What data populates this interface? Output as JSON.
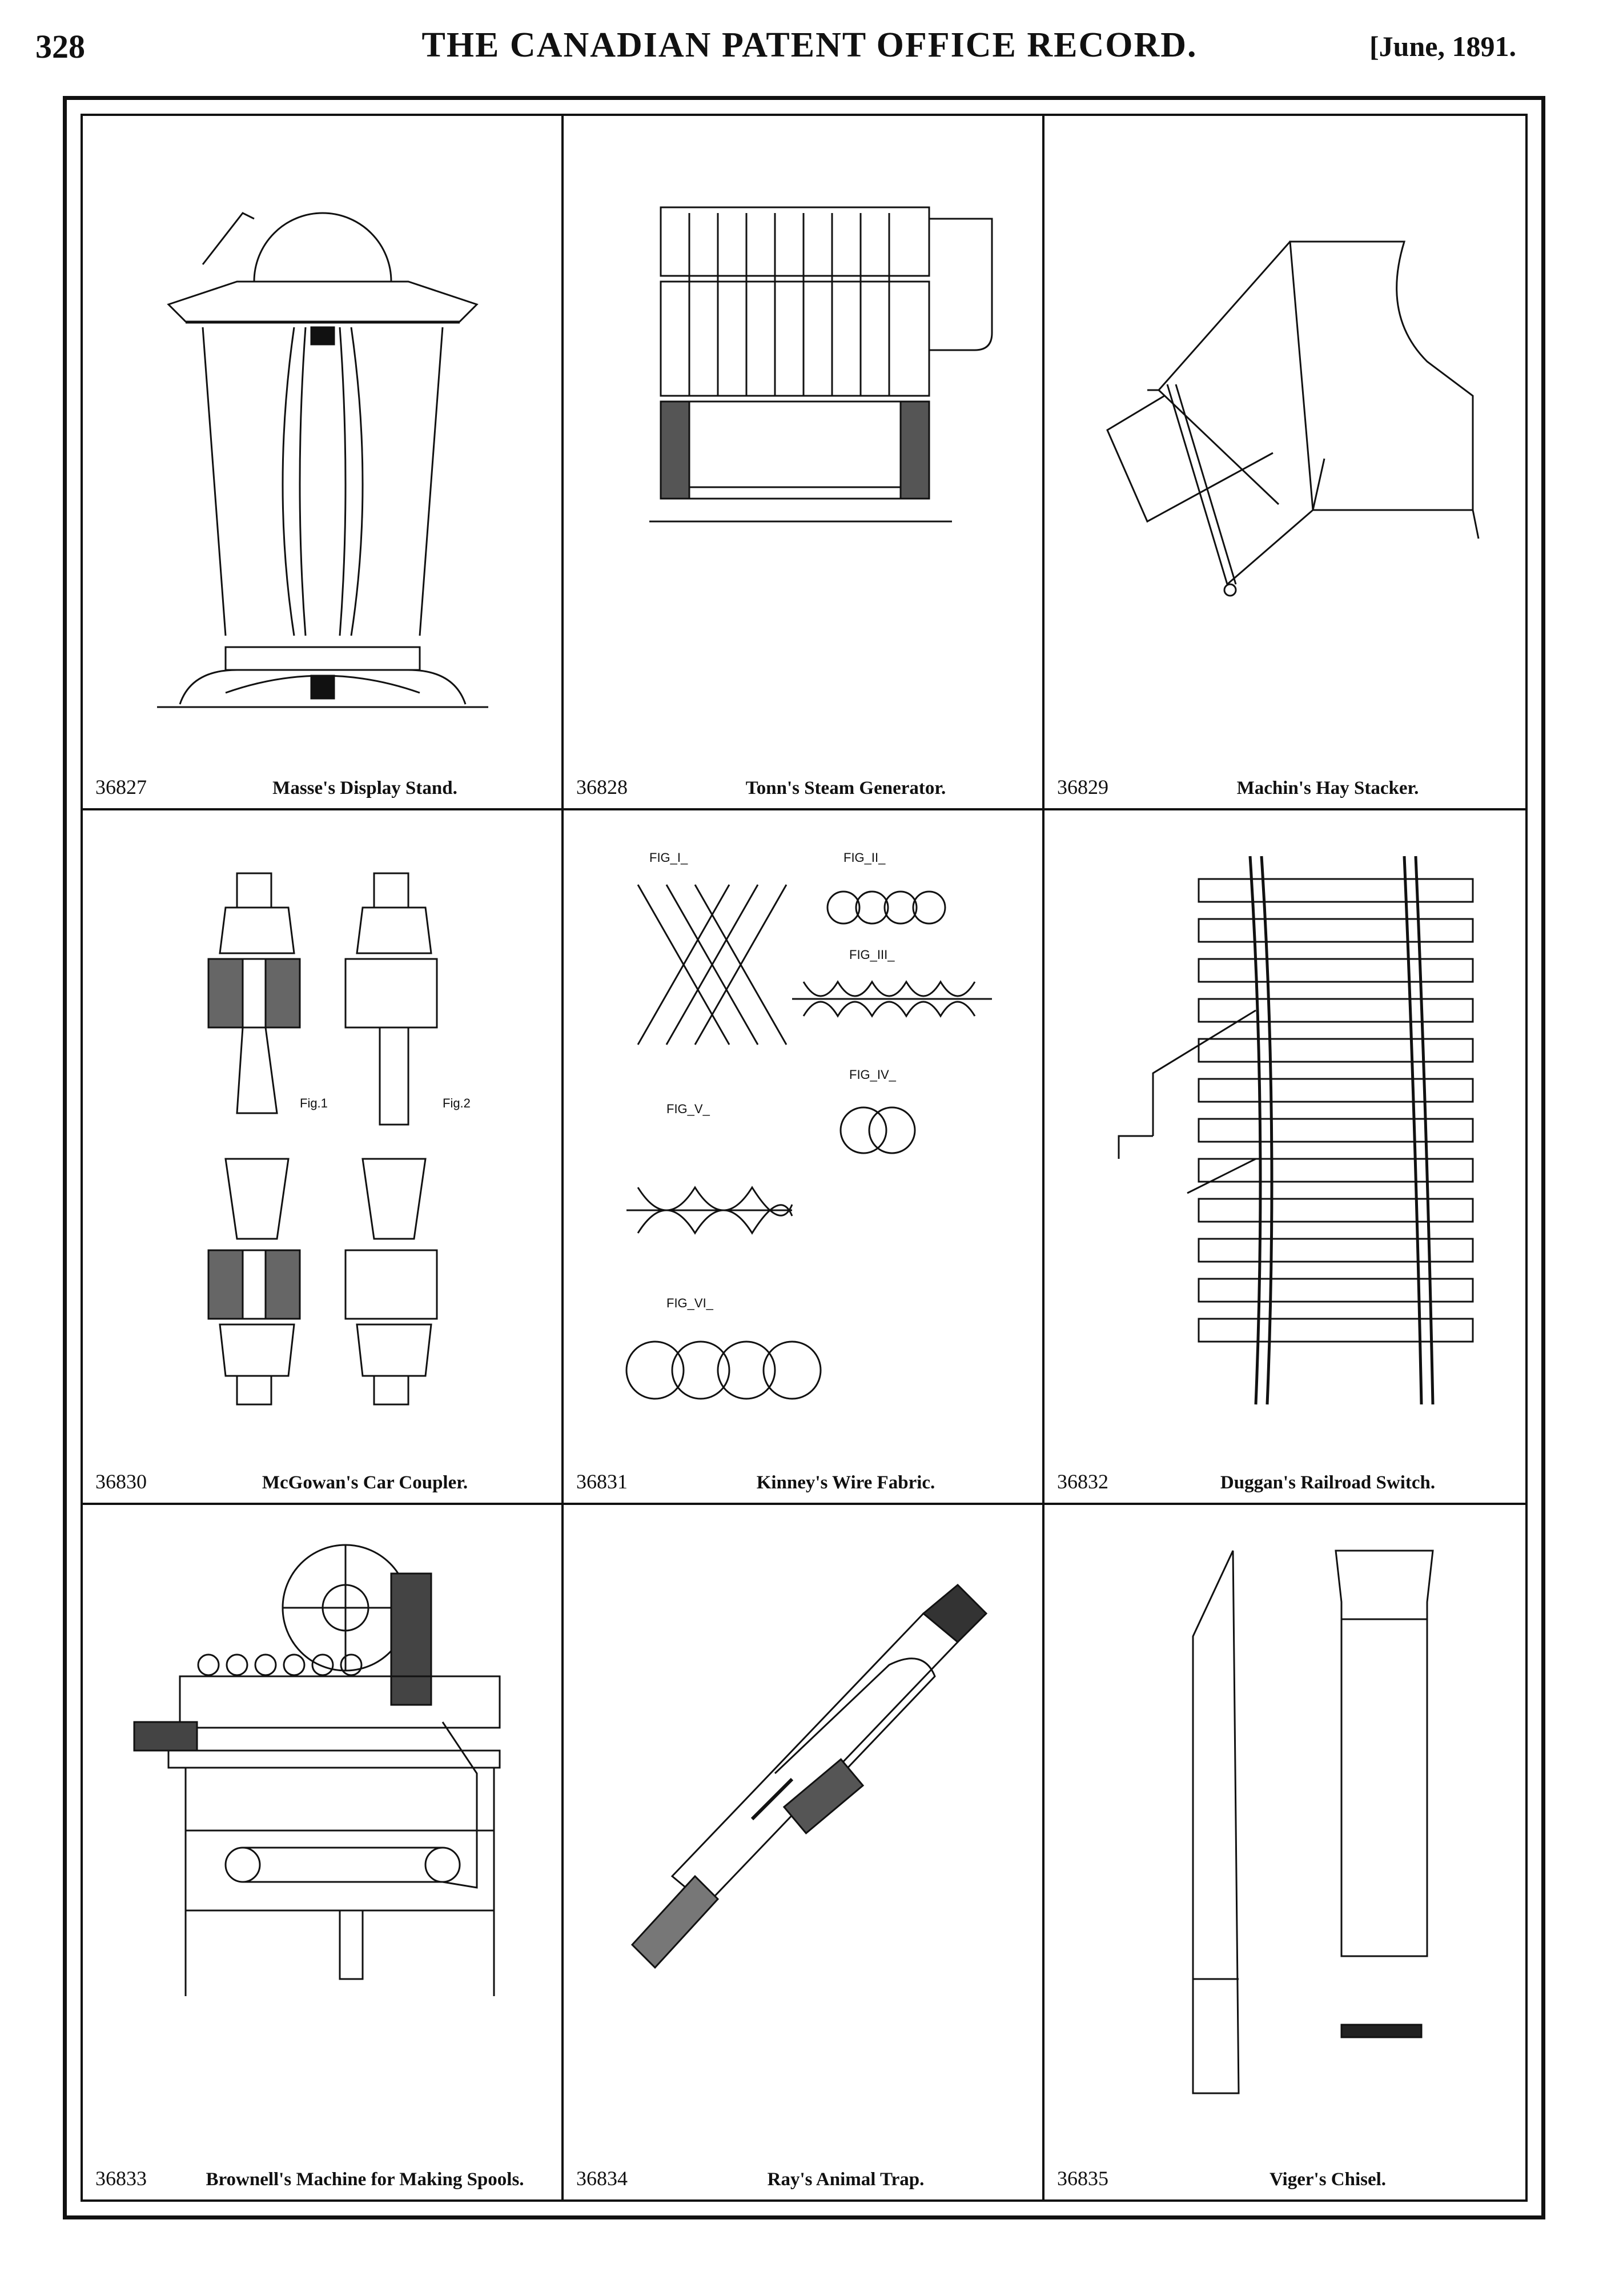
{
  "header": {
    "page_number": "328",
    "title": "THE CANADIAN PATENT OFFICE RECORD.",
    "date": "[June, 1891."
  },
  "patents": [
    {
      "number": "36827",
      "title": "Masse's Display Stand.",
      "icon": "display-stand-drawing"
    },
    {
      "number": "36828",
      "title": "Tonn's Steam Generator.",
      "icon": "steam-generator-drawing"
    },
    {
      "number": "36829",
      "title": "Machin's Hay Stacker.",
      "icon": "hay-stacker-drawing"
    },
    {
      "number": "36830",
      "title": "McGowan's Car Coupler.",
      "icon": "car-coupler-drawing"
    },
    {
      "number": "36831",
      "title": "Kinney's Wire Fabric.",
      "icon": "wire-fabric-drawing"
    },
    {
      "number": "36832",
      "title": "Duggan's Railroad Switch.",
      "icon": "railroad-switch-drawing"
    },
    {
      "number": "36833",
      "title": "Brownell's Machine for Making Spools.",
      "icon": "spool-machine-drawing"
    },
    {
      "number": "36834",
      "title": "Ray's Animal Trap.",
      "icon": "animal-trap-drawing"
    },
    {
      "number": "36835",
      "title": "Viger's Chisel.",
      "icon": "chisel-drawing"
    }
  ],
  "figure_labels": {
    "wire_fabric": [
      "FIG_I_",
      "FIG_II_",
      "FIG_III_",
      "FIG_IV_",
      "FIG_V_",
      "FIG_VI_"
    ],
    "car_coupler": [
      "Fig.1",
      "Fig.2"
    ]
  }
}
